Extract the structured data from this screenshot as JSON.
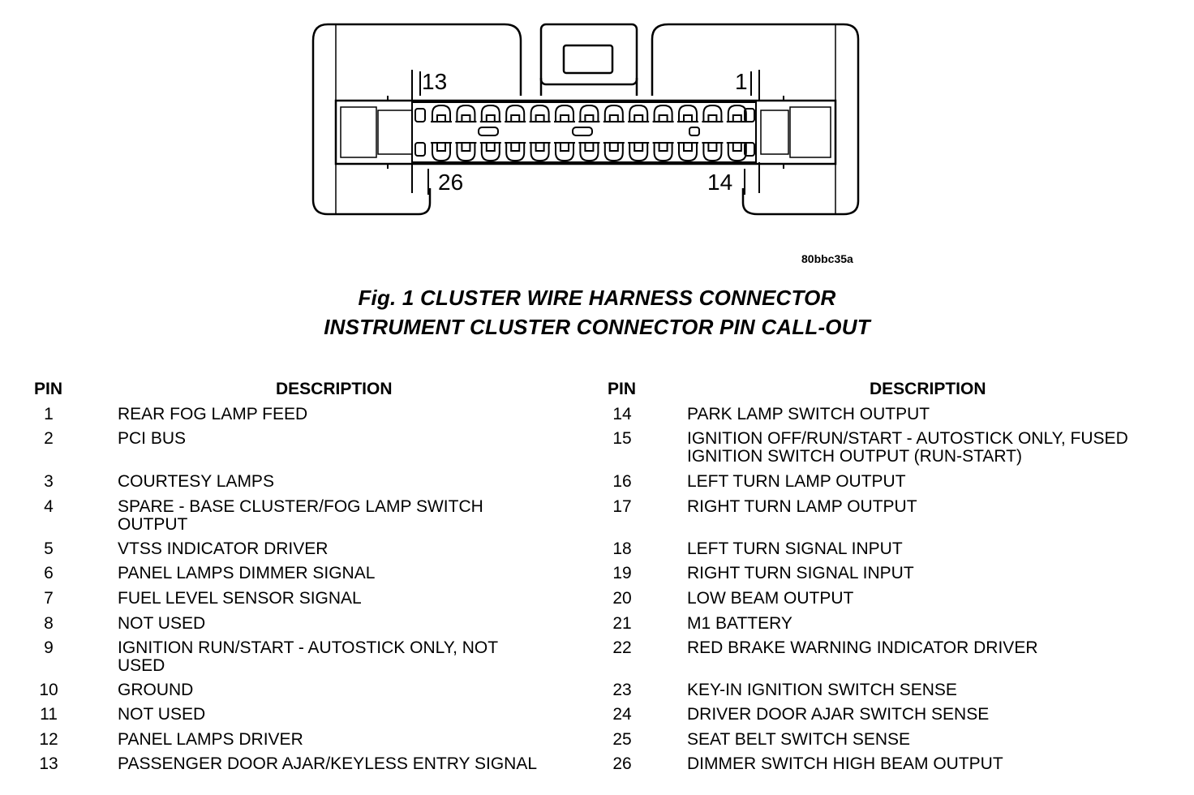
{
  "figure": {
    "connector_labels": {
      "top_left": "13",
      "top_right": "1",
      "bottom_left": "26",
      "bottom_right": "14"
    },
    "image_code": "80bbc35a",
    "caption_line1": "Fig. 1 CLUSTER WIRE HARNESS CONNECTOR",
    "caption_line2": "INSTRUMENT CLUSTER CONNECTOR PIN CALL-OUT"
  },
  "table": {
    "headers": {
      "pin": "PIN",
      "description": "DESCRIPTION"
    },
    "left": [
      {
        "pin": "1",
        "description": "REAR FOG LAMP FEED"
      },
      {
        "pin": "2",
        "description": "PCI BUS"
      },
      {
        "pin": "3",
        "description": "COURTESY LAMPS"
      },
      {
        "pin": "4",
        "description": "SPARE - BASE CLUSTER/FOG LAMP SWITCH OUTPUT"
      },
      {
        "pin": "5",
        "description": "VTSS INDICATOR DRIVER"
      },
      {
        "pin": "6",
        "description": "PANEL LAMPS DIMMER SIGNAL"
      },
      {
        "pin": "7",
        "description": "FUEL LEVEL SENSOR SIGNAL"
      },
      {
        "pin": "8",
        "description": "NOT USED"
      },
      {
        "pin": "9",
        "description": "IGNITION RUN/START - AUTOSTICK ONLY, NOT USED"
      },
      {
        "pin": "10",
        "description": "GROUND"
      },
      {
        "pin": "11",
        "description": "NOT USED"
      },
      {
        "pin": "12",
        "description": "PANEL LAMPS DRIVER"
      },
      {
        "pin": "13",
        "description": "PASSENGER DOOR AJAR/KEYLESS ENTRY SIGNAL"
      }
    ],
    "right": [
      {
        "pin": "14",
        "description": "PARK LAMP SWITCH OUTPUT"
      },
      {
        "pin": "15",
        "description": "IGNITION OFF/RUN/START - AUTOSTICK ONLY, FUSED IGNITION SWITCH OUTPUT (RUN-START)"
      },
      {
        "pin": "16",
        "description": "LEFT TURN LAMP OUTPUT"
      },
      {
        "pin": "17",
        "description": "RIGHT TURN LAMP OUTPUT"
      },
      {
        "pin": "18",
        "description": "LEFT TURN SIGNAL INPUT"
      },
      {
        "pin": "19",
        "description": "RIGHT TURN SIGNAL INPUT"
      },
      {
        "pin": "20",
        "description": "LOW BEAM OUTPUT"
      },
      {
        "pin": "21",
        "description": "M1 BATTERY"
      },
      {
        "pin": "22",
        "description": "RED BRAKE WARNING INDICATOR DRIVER"
      },
      {
        "pin": "23",
        "description": "KEY-IN IGNITION SWITCH SENSE"
      },
      {
        "pin": "24",
        "description": "DRIVER DOOR AJAR SWITCH SENSE"
      },
      {
        "pin": "25",
        "description": "SEAT BELT SWITCH SENSE"
      },
      {
        "pin": "26",
        "description": "DIMMER SWITCH HIGH BEAM OUTPUT"
      }
    ]
  }
}
